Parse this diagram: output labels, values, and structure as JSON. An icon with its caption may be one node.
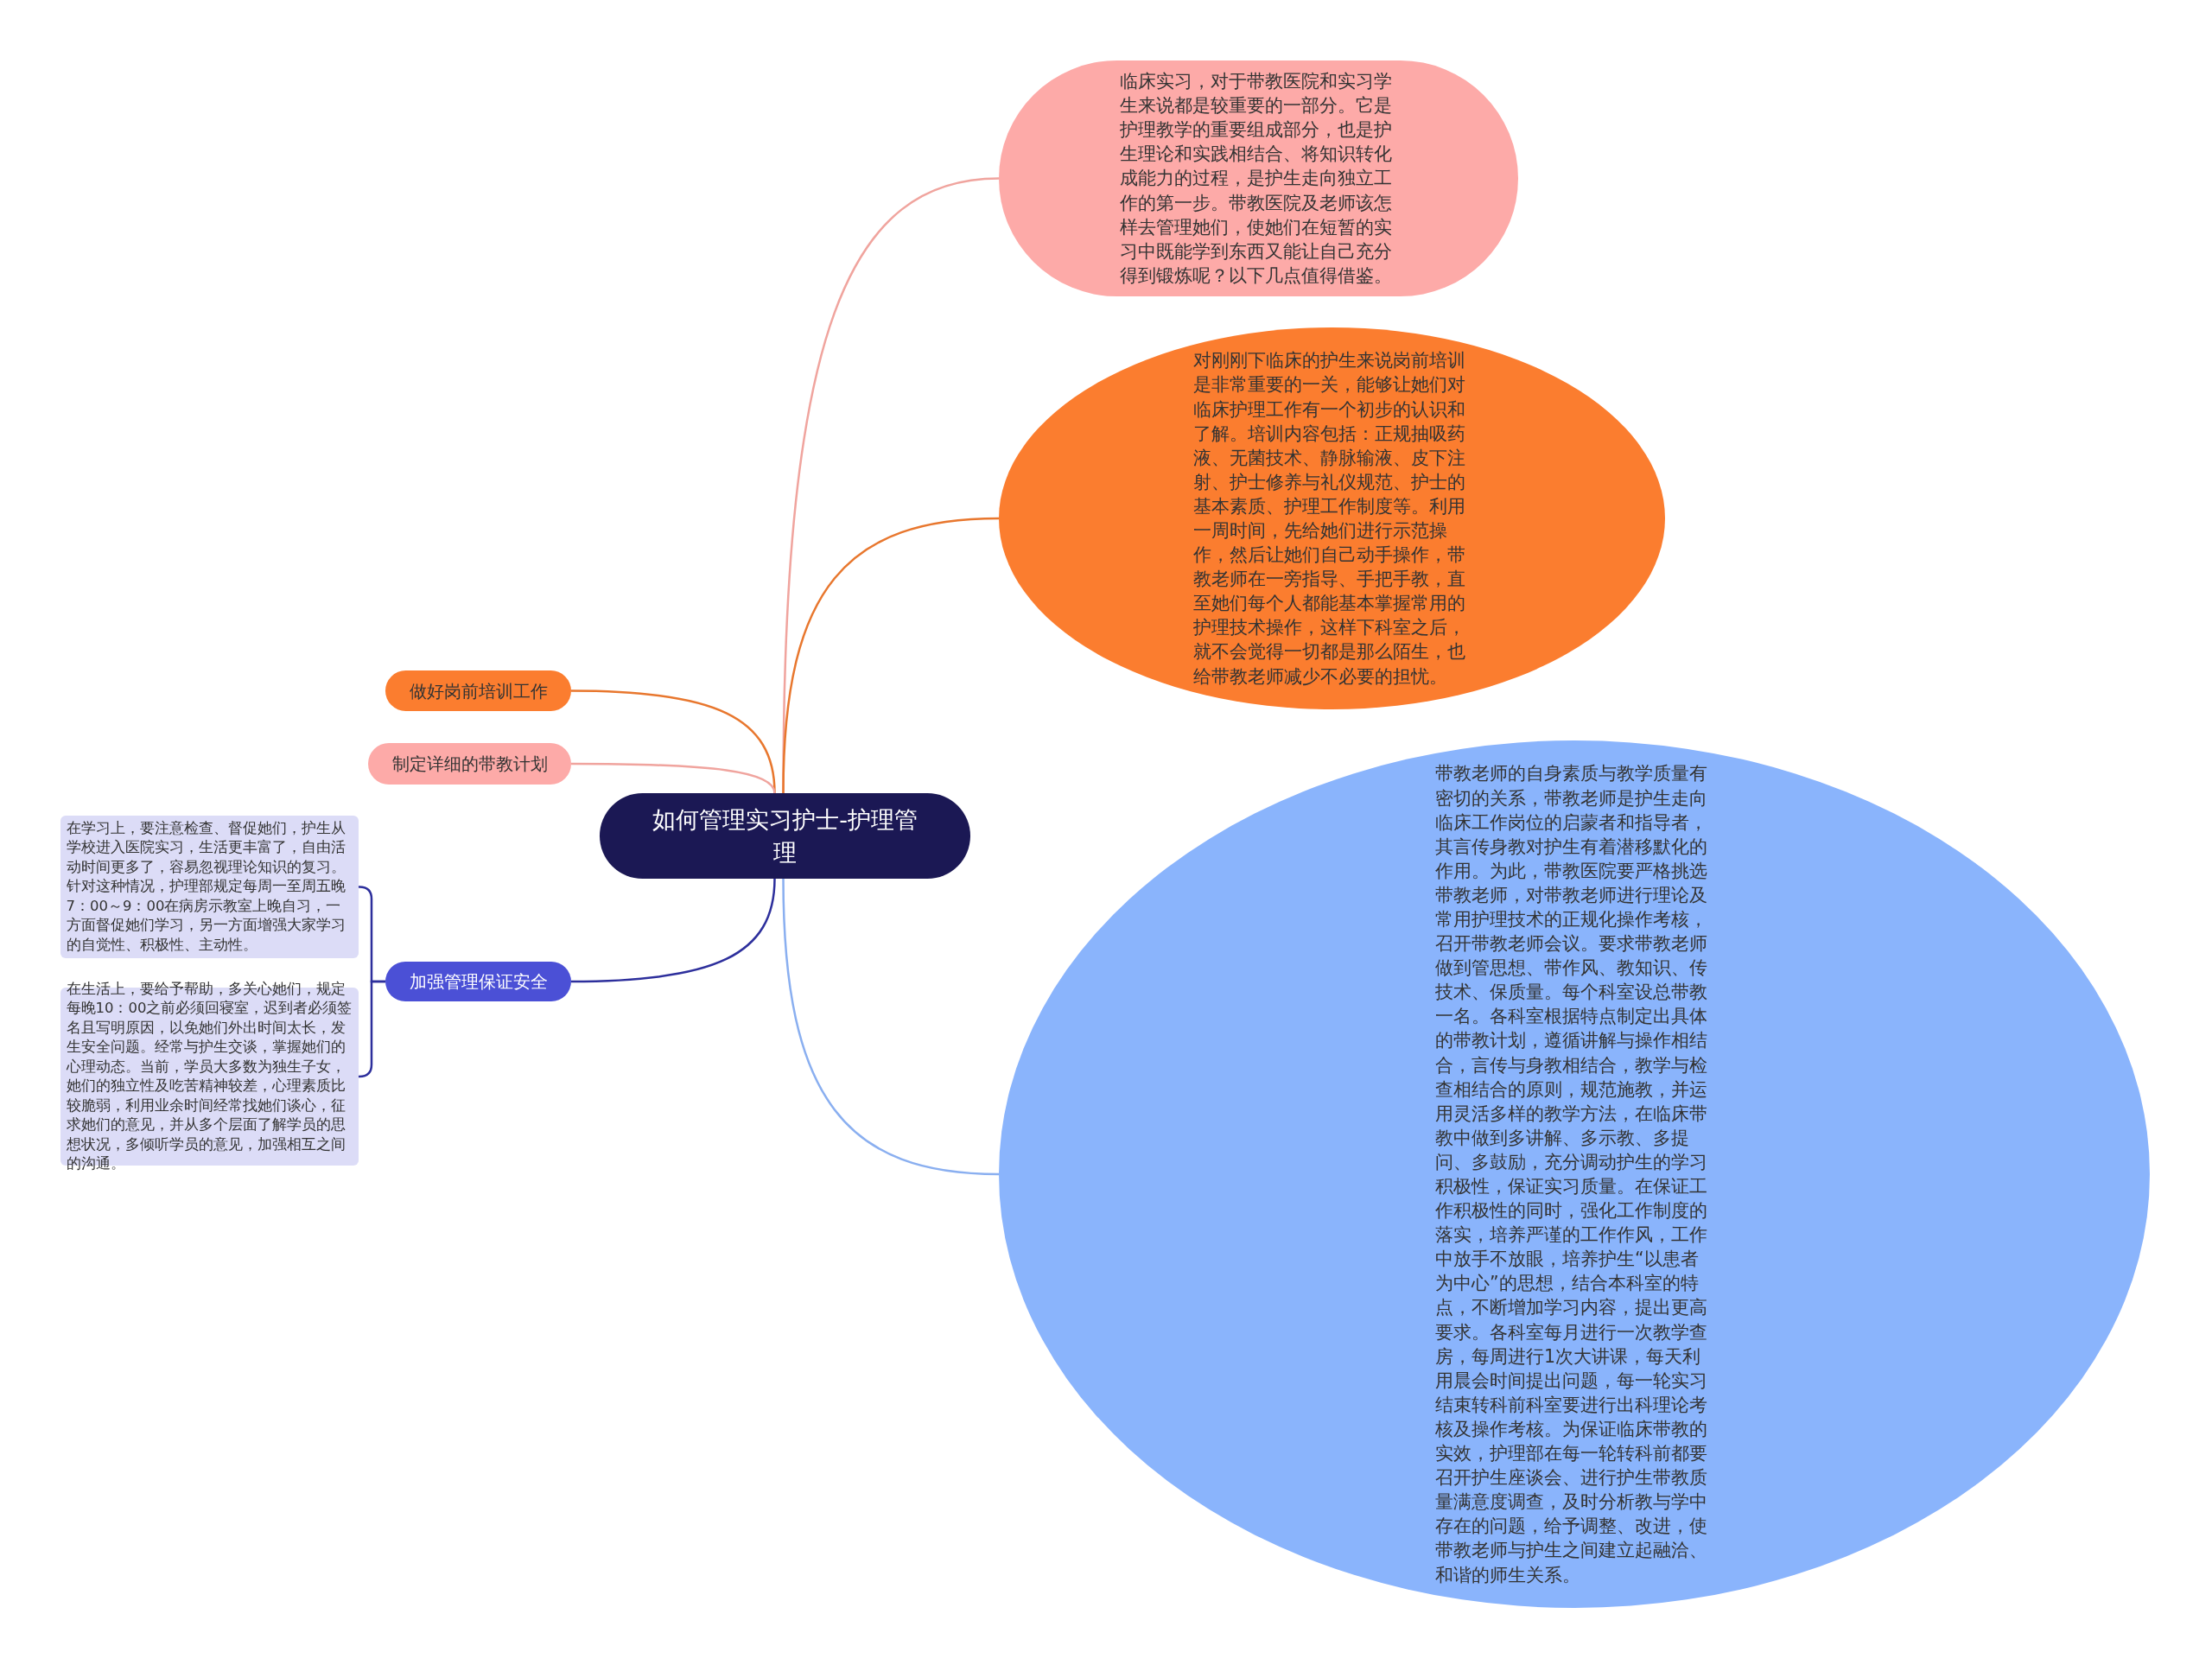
{
  "diagram": {
    "nodes": [
      {
        "text": [
          "如何管理实习护士-护理管理"
        ]
      },
      {
        "text": [
          "做好岗前培训工作"
        ]
      },
      {
        "text": [
          "制定详细的带教计划"
        ]
      },
      {
        "text": [
          "加强管理保证安全"
        ]
      },
      {
        "text": [
          "在学习上，要注意检查、督促她们，护生从学校进入医院实习，生活更丰富了，自由活动时间更多了，容易忽视理论知识的复习。针对这种情况，护理部规定每周一至周五晚7：00～9：00在病房示教室上晚自习，一方面督促她们学习，另一方面增强大家学习的自觉性、积极性、主动性。"
        ]
      },
      {
        "text": [
          "在生活上，要给予帮助，多关心她们，规定每晚10：00之前必须回寝室，迟到者必须签名且写明原因，以免她们外出时间太长，发生安全问题。经常与护生交谈，掌握她们的心理动态。当前，学员大多数为独生子女，她们的独立性及吃苦精神较差，心理素质比较脆弱，利用业余时间经常找她们谈心，征求她们的意见，并从多个层面了解学员的思想状况，多倾听学员的意见，加强相互之间的沟通。"
        ]
      },
      {
        "text": [
          "临床实习，对于带教医院和实习学生来说都是较重要的一部分。它是护理教学的重要组成部分，也是护生理论和实践相结合、将知识转化成能力的过程，是护生走向独立工作的第一步。带教医院及老师该怎样去管理她们，使她们在短暂的实习中既能学到东西又能让自己充分得到锻炼呢？以下几点值得借鉴。"
        ]
      },
      {
        "text": [
          "对刚刚下临床的护生来说岗前培训是非常重要的一关，能够让她们对临床护理工作有一个初步的认识和了解。培训内容包括：正规抽吸药液、无菌技术、静脉输液、皮下注射、护士修养与礼仪规范、护士的基本素质、护理工作制度等。利用一周时间，先给她们进行示范操作，然后让她们自己动手操作，带教老师在一旁指导、手把手教，直至她们每个人都能基本掌握常用的护理技术操作，这样下科室之后，就不会觉得一切都是那么陌生，也给带教老师减少不必要的担忧。"
        ]
      },
      {
        "text": [
          "带教老师的自身素质与教学质量有密切的关系，带教老师是护生走向临床工作岗位的启蒙者和指导者，其言传身教对护生有着潜移默化的作用。为此，带教医院要严格挑选带教老师，对带教老师进行理论及常用护理技术的正规化操作考核，召开带教老师会议。要求带教老师做到管思想、带作风、教知识、传技术、保质量。每个科室设总带教一名。各科室根据特点制定出具体的带教计划，遵循讲解与操作相结合，言传与身教相结合，教学与检查相结合的原则，规范施教，并运用灵活多样的教学方法，在临床带教中做到多讲解、多示教、多提问、多鼓励，充分调动护生的学习积极性，保证实习质量。在保证工作积极性的同时，强化工作制度的落实，培养严谨的工作作风，工作中放手不放眼，培养护生“以患者为中心”的思想，结合本科室的特点，不断增加学习内容，提出更高要求。各科室每月进行一次教学查房，每周进行1次大讲课，每天利用晨会时间提出问题，每一轮实习结束转科前科室要进行出科理论考核及操作考核。为保证临床带教的实效，护理部在每一轮转科前都要召开护生座谈会、进行护生带教质量满意度调查，及时分析教与学中存在的问题，给予调整、改进，使带教老师与护生之间建立起融洽、和谐的师生关系。"
        ]
      }
    ],
    "edges": [
      {
        "from": 0,
        "to": 6,
        "arrow": "none",
        "color": "#f0a49e"
      },
      {
        "from": 0,
        "to": 7,
        "arrow": "none",
        "color": "#e8772e"
      },
      {
        "from": 0,
        "to": 8,
        "arrow": "none",
        "color": "#8aaff0"
      },
      {
        "from": 0,
        "to": 1,
        "arrow": "none",
        "color": "#e8772e"
      },
      {
        "from": 0,
        "to": 2,
        "arrow": "none",
        "color": "#f0a49e"
      },
      {
        "from": 0,
        "to": 3,
        "arrow": "none",
        "color": "#2d2f9c"
      },
      {
        "from": 3,
        "to": 4,
        "arrow": "none",
        "color": "#2d2f9c"
      },
      {
        "from": 3,
        "to": 5,
        "arrow": "none",
        "color": "#2d2f9c"
      }
    ]
  }
}
